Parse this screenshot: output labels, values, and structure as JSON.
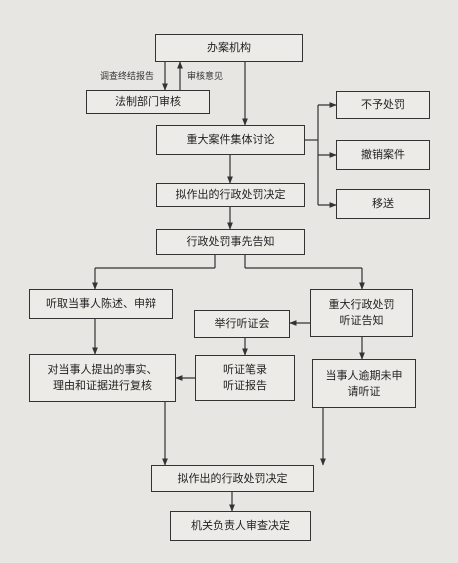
{
  "nodes": {
    "office": "办案机构",
    "legal_review": "法制部门审核",
    "collective_discussion": "重大案件集体讨论",
    "no_penalty": "不予处罚",
    "cancel_case": "撤销案件",
    "transfer": "移送",
    "draft_decision": "拟作出的行政处罚决定",
    "prior_notice": "行政处罚事先告知",
    "hear_statement": "听取当事人陈述、申辩",
    "major_hearing_notice": "重大行政处罚\n听证告知",
    "hold_hearing": "举行听证会",
    "review_facts": "对当事人提出的事实、\n理由和证据进行复核",
    "hearing_records": "听证笔录\n听证报告",
    "overdue_no_request": "当事人逾期未申\n请听证",
    "draft_decision_final": "拟作出的行政处罚决定",
    "head_review": "机关负责人审查决定"
  },
  "edge_labels": {
    "investigation_report": "调查终结报告",
    "review_opinion": "审核意见"
  }
}
